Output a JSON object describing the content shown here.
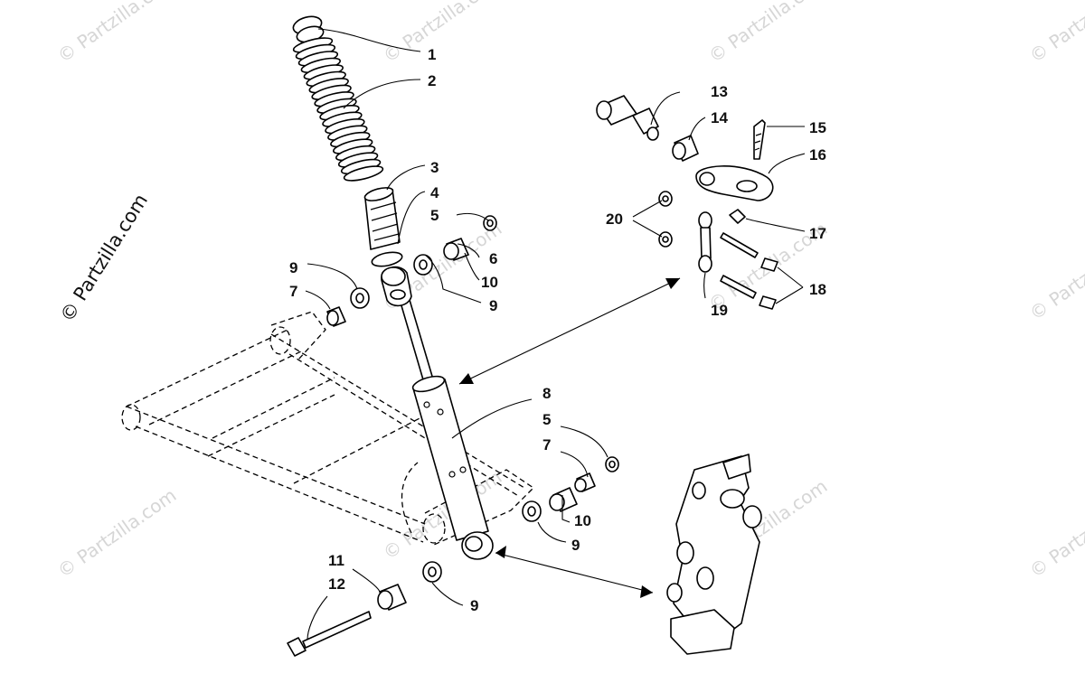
{
  "watermark": {
    "text": "© Partzilla.com",
    "side_text": "© Partzilla.com"
  },
  "callouts": [
    {
      "id": "c1",
      "label": "1"
    },
    {
      "id": "c2",
      "label": "2"
    },
    {
      "id": "c3",
      "label": "3"
    },
    {
      "id": "c4",
      "label": "4"
    },
    {
      "id": "c5a",
      "label": "5"
    },
    {
      "id": "c6",
      "label": "6"
    },
    {
      "id": "c10a",
      "label": "10"
    },
    {
      "id": "c9a",
      "label": "9"
    },
    {
      "id": "c9b",
      "label": "9"
    },
    {
      "id": "c7a",
      "label": "7"
    },
    {
      "id": "c13",
      "label": "13"
    },
    {
      "id": "c14",
      "label": "14"
    },
    {
      "id": "c15",
      "label": "15"
    },
    {
      "id": "c16",
      "label": "16"
    },
    {
      "id": "c17",
      "label": "17"
    },
    {
      "id": "c18",
      "label": "18"
    },
    {
      "id": "c19",
      "label": "19"
    },
    {
      "id": "c20",
      "label": "20"
    },
    {
      "id": "c8",
      "label": "8"
    },
    {
      "id": "c5b",
      "label": "5"
    },
    {
      "id": "c7b",
      "label": "7"
    },
    {
      "id": "c10b",
      "label": "10"
    },
    {
      "id": "c9c",
      "label": "9"
    },
    {
      "id": "c11",
      "label": "11"
    },
    {
      "id": "c12",
      "label": "12"
    },
    {
      "id": "c9d",
      "label": "9"
    }
  ]
}
